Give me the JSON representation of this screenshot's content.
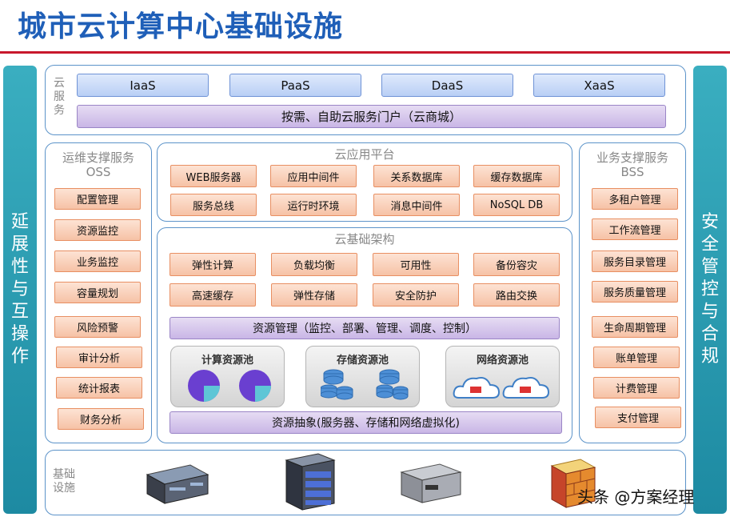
{
  "title": "城市云计算中心基础设施",
  "left_side": "延展性与互操作",
  "right_side": "安全管控与合规",
  "cloud_service": {
    "label": "云服务",
    "items": [
      "IaaS",
      "PaaS",
      "DaaS",
      "XaaS"
    ],
    "portal": "按需、自助云服务门户（云商城）"
  },
  "oss": {
    "title_line1": "运维支撑服务",
    "title_line2": "OSS",
    "items": [
      "配置管理",
      "资源监控",
      "业务监控",
      "容量规划",
      "风险预警",
      "审计分析",
      "统计报表",
      "财务分析"
    ]
  },
  "bss": {
    "title_line1": "业务支撑服务",
    "title_line2": "BSS",
    "items": [
      "多租户管理",
      "工作流管理",
      "服务目录管理",
      "服务质量管理",
      "生命周期管理",
      "账单管理",
      "计费管理",
      "支付管理"
    ]
  },
  "app_platform": {
    "title": "云应用平台",
    "items": [
      "WEB服务器",
      "应用中间件",
      "关系数据库",
      "缓存数据库",
      "服务总线",
      "运行时环境",
      "消息中间件",
      "NoSQL DB"
    ]
  },
  "infra_arch": {
    "title": "云基础架构",
    "items": [
      "弹性计算",
      "负载均衡",
      "可用性",
      "备份容灾",
      "高速缓存",
      "弹性存储",
      "安全防护",
      "路由交换"
    ],
    "resource_mgmt": "资源管理（监控、部署、管理、调度、控制）",
    "pools": [
      "计算资源池",
      "存储资源池",
      "网络资源池"
    ],
    "abstraction": "资源抽象(服务器、存储和网络虚拟化)"
  },
  "infra": {
    "label": "基础设施",
    "icons": [
      "server-icon",
      "server-rack-icon",
      "storage-device-icon",
      "firewall-icon"
    ]
  },
  "watermark": "头条 @方案经理",
  "colors": {
    "title": "#1f5fb8",
    "title_line": "#c8182c",
    "side_bar": "#2a9db3",
    "panel_border": "#5c93c9",
    "pie_purple": "#6a3fd0",
    "pie_cyan": "#5ec6d6"
  }
}
